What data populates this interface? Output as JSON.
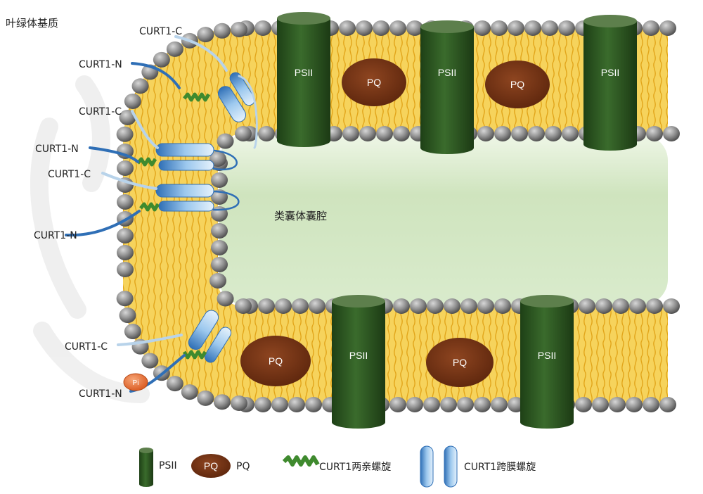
{
  "title_stroma": "叶绿体基质",
  "lumen_label": "类囊体囊腔",
  "labels": {
    "curt1_c": "CURT1-C",
    "curt1_n": "CURT1-N",
    "psii": "PSII",
    "pq": "PQ",
    "pi": "Pi"
  },
  "legend": {
    "psii": "PSII",
    "pq_inner": "PQ",
    "pq": "PQ",
    "amphipathic": "CURT1两亲螺旋",
    "transmembrane": "CURT1跨膜螺旋"
  },
  "colors": {
    "lipid_head": "#8a8a8a",
    "lipid_fill": "#f6d35c",
    "psii": "#2e5a23",
    "pq": "#7a3413",
    "lumen": "#d4e7c4",
    "amphipathic_helix": "#3f8a2e",
    "transmembrane_helix": "#4f8fd0",
    "pi": "#e8743a"
  }
}
